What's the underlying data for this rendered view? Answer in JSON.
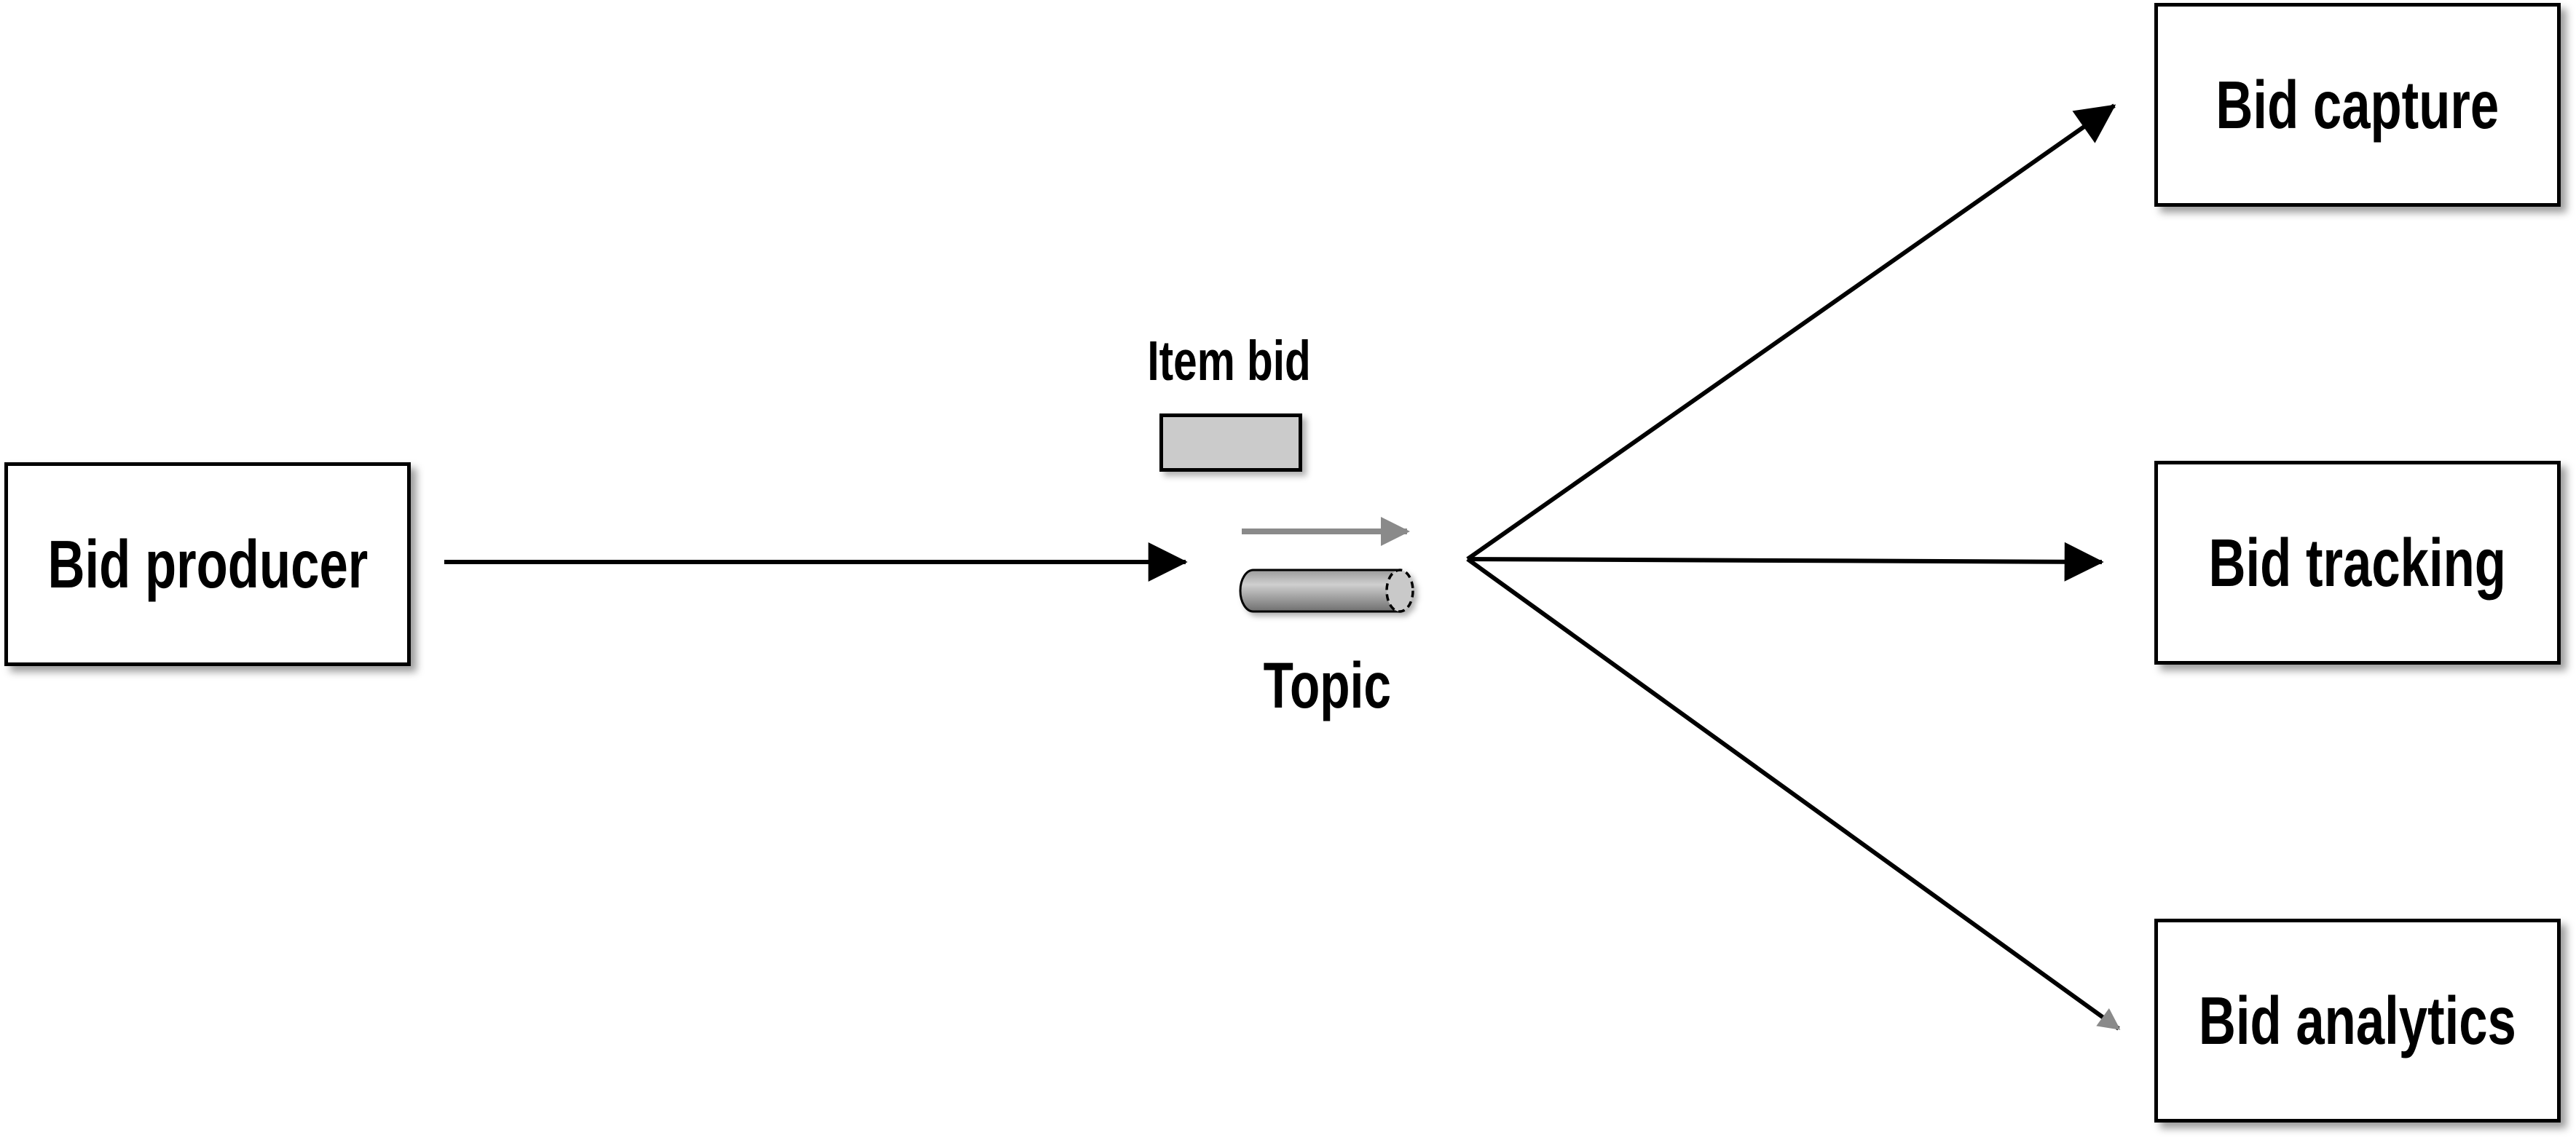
{
  "producer": {
    "label": "Bid producer"
  },
  "message": {
    "label": "Item bid"
  },
  "topic": {
    "label": "Topic"
  },
  "consumers": [
    {
      "label": "Bid capture"
    },
    {
      "label": "Bid tracking"
    },
    {
      "label": "Bid analytics"
    }
  ],
  "colors": {
    "line": "#000000",
    "box_fill": "#ffffff",
    "box_border": "#000000",
    "message_fill": "#cbcbcb",
    "gray_arrow": "#8a8a8a",
    "cylinder_top": "#9a9a9a",
    "cylinder_mid": "#cfcfcf",
    "cylinder_bottom": "#6f6f6f",
    "cylinder_cap": "#c9c9c9"
  }
}
